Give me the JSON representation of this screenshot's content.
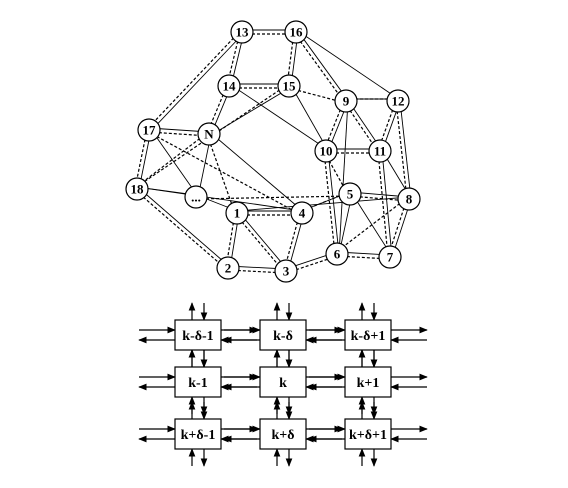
{
  "graph": {
    "nodes": [
      {
        "id": "13",
        "label": "13"
      },
      {
        "id": "16",
        "label": "16"
      },
      {
        "id": "14",
        "label": "14"
      },
      {
        "id": "15",
        "label": "15"
      },
      {
        "id": "9",
        "label": "9"
      },
      {
        "id": "12",
        "label": "12"
      },
      {
        "id": "17",
        "label": "17"
      },
      {
        "id": "N",
        "label": "N"
      },
      {
        "id": "10",
        "label": "10"
      },
      {
        "id": "11",
        "label": "11"
      },
      {
        "id": "18",
        "label": "18"
      },
      {
        "id": "dots",
        "label": "..."
      },
      {
        "id": "5",
        "label": "5"
      },
      {
        "id": "8",
        "label": "8"
      },
      {
        "id": "1",
        "label": "1"
      },
      {
        "id": "4",
        "label": "4"
      },
      {
        "id": "6",
        "label": "6"
      },
      {
        "id": "7",
        "label": "7"
      },
      {
        "id": "2",
        "label": "2"
      },
      {
        "id": "3",
        "label": "3"
      }
    ],
    "solid_edges": [
      [
        "13",
        "16"
      ],
      [
        "13",
        "14"
      ],
      [
        "16",
        "15"
      ],
      [
        "14",
        "15"
      ],
      [
        "13",
        "17"
      ],
      [
        "16",
        "9"
      ],
      [
        "16",
        "12"
      ],
      [
        "14",
        "N"
      ],
      [
        "15",
        "N"
      ],
      [
        "14",
        "10"
      ],
      [
        "15",
        "10"
      ],
      [
        "9",
        "12"
      ],
      [
        "9",
        "10"
      ],
      [
        "9",
        "11"
      ],
      [
        "12",
        "11"
      ],
      [
        "10",
        "11"
      ],
      [
        "12",
        "8"
      ],
      [
        "11",
        "8"
      ],
      [
        "17",
        "N"
      ],
      [
        "17",
        "18"
      ],
      [
        "N",
        "dots"
      ],
      [
        "18",
        "dots"
      ],
      [
        "17",
        "dots"
      ],
      [
        "10",
        "6"
      ],
      [
        "11",
        "7"
      ],
      [
        "5",
        "8"
      ],
      [
        "8",
        "7"
      ],
      [
        "6",
        "7"
      ],
      [
        "5",
        "6"
      ],
      [
        "5",
        "7"
      ],
      [
        "18",
        "2"
      ],
      [
        "dots",
        "1"
      ],
      [
        "1",
        "4"
      ],
      [
        "1",
        "2"
      ],
      [
        "1",
        "3"
      ],
      [
        "2",
        "3"
      ],
      [
        "3",
        "6"
      ],
      [
        "4",
        "3"
      ],
      [
        "4",
        "5"
      ],
      [
        "1",
        "8"
      ],
      [
        "18",
        "4"
      ],
      [
        "N",
        "4"
      ],
      [
        "9",
        "6"
      ]
    ],
    "dashed_edges": [
      [
        "13",
        "16"
      ],
      [
        "13",
        "14"
      ],
      [
        "16",
        "15"
      ],
      [
        "14",
        "15"
      ],
      [
        "13",
        "17"
      ],
      [
        "16",
        "9"
      ],
      [
        "14",
        "N"
      ],
      [
        "15",
        "18"
      ],
      [
        "15",
        "9"
      ],
      [
        "12",
        "9"
      ],
      [
        "9",
        "10"
      ],
      [
        "9",
        "11"
      ],
      [
        "12",
        "11"
      ],
      [
        "10",
        "11"
      ],
      [
        "12",
        "8"
      ],
      [
        "11",
        "7"
      ],
      [
        "17",
        "N"
      ],
      [
        "17",
        "18"
      ],
      [
        "17",
        "4"
      ],
      [
        "N",
        "1"
      ],
      [
        "18",
        "2"
      ],
      [
        "N",
        "18"
      ],
      [
        "10",
        "6"
      ],
      [
        "10",
        "5"
      ],
      [
        "5",
        "8"
      ],
      [
        "8",
        "7"
      ],
      [
        "6",
        "7"
      ],
      [
        "5",
        "4"
      ],
      [
        "1",
        "4"
      ],
      [
        "1",
        "2"
      ],
      [
        "2",
        "3"
      ],
      [
        "3",
        "6"
      ],
      [
        "4",
        "3"
      ],
      [
        "1",
        "3"
      ],
      [
        "8",
        "6"
      ],
      [
        "dots",
        "5"
      ]
    ]
  },
  "grid": {
    "cells": [
      [
        "k-δ-1",
        "k-δ",
        "k-δ+1"
      ],
      [
        "k-1",
        "k",
        "k+1"
      ],
      [
        "k+δ-1",
        "k+δ",
        "k+δ+1"
      ]
    ]
  }
}
